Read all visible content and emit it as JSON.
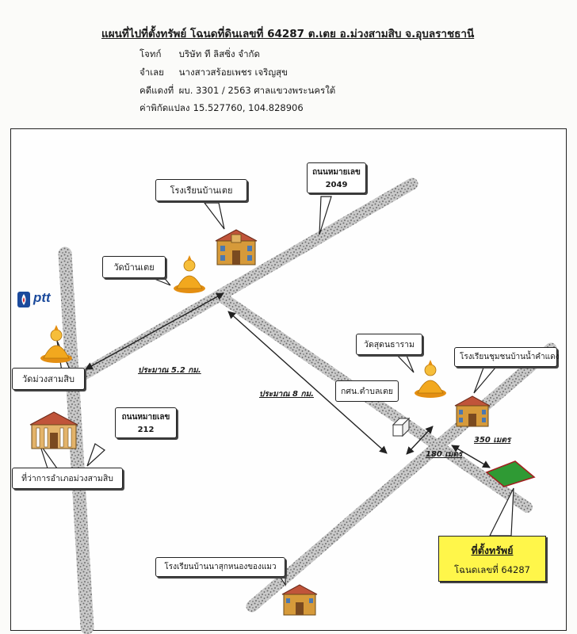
{
  "header": {
    "title": "แผนที่ไปที่ตั้งทรัพย์ โฉนดที่ดินเลขที่ 64287 ต.เตย อ.ม่วงสามสิบ จ.อุบลราชธานี",
    "rows": [
      {
        "label": "โจทก์",
        "value": "บริษัท ที ลิสซิ่ง จำกัด"
      },
      {
        "label": "จำเลย",
        "value": "นางสาวสร้อยเพชร เจริญสุข"
      },
      {
        "label": "คดีแดงที่",
        "value": "ผบ. 3301 / 2563 ศาลแขวงพระนครใต้"
      },
      {
        "label": "ค่าพิกัดแปลง",
        "value": "15.527760, 104.828906"
      }
    ]
  },
  "landmarks": {
    "school_tei": "โรงเรียนบ้านเตย",
    "wat_tei": "วัดบ้านเตย",
    "wat_muang": "วัดม่วงสามสิบ",
    "district_office": "ที่ว่าการอำเภอม่วงสามสิบ",
    "wat_sudon": "วัดสุดนธาราม",
    "school_namkhamdaeng": "โรงเรียนชุมชนบ้านน้ำคำแดง",
    "kosor": "กศน.ตำบลเตย",
    "school_phakut": "โรงเรียนบ้านนาสุกหนองของแมว"
  },
  "roads": {
    "hwy_2049_name": "ถนนหมายเลข",
    "hwy_2049_num": "2049",
    "hwy_212_name": "ถนนหมายเลข",
    "hwy_212_num": "212"
  },
  "distances": {
    "d1": "ประมาณ 5.2 กม.",
    "d2": "ประมาณ 8 กม.",
    "d3": "350 เมตร",
    "d4": "180 เมตร"
  },
  "property": {
    "label": "ที่ตั้งทรัพย์",
    "deed": "โฉนดเลขที่ 64287"
  },
  "logos": {
    "ptt": "ptt"
  },
  "colors": {
    "road": "#9a9a9a",
    "building": "#d69a3a",
    "roof": "#c0543a",
    "buddha": "#f2a81e",
    "property_fill": "#2f9a34",
    "property_label_bg": "#fff64a",
    "ptt_blue": "#1b4a9c"
  }
}
